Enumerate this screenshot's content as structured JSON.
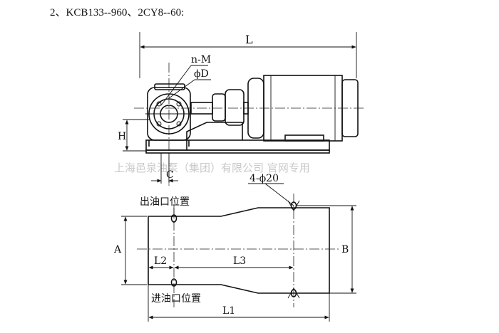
{
  "heading": "2、KCB133--960、2CY8--60:",
  "watermark": "上海邑泉油泵（集团）有限公司 官网专用",
  "side_view": {
    "length_label": "L",
    "flange_bolts_label": "n-M",
    "flange_diameter_label": "ϕD",
    "height_label": "H",
    "offset_label": "C"
  },
  "top_view": {
    "mount_holes_label": "4-ϕ20",
    "outlet_label": "出油口位置",
    "inlet_label": "进油口位置",
    "width_label": "A",
    "base_width_label": "B",
    "dim_l2": "L2",
    "dim_l3": "L3",
    "dim_l1": "L1"
  }
}
